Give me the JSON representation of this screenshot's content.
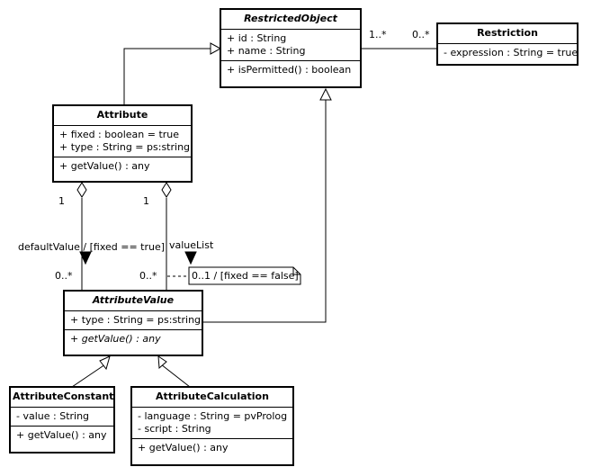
{
  "classes": {
    "restricted_object": {
      "name": "RestrictedObject",
      "attributes": [
        "+ id : String",
        "+ name : String"
      ],
      "operations": [
        "+ isPermitted() : boolean"
      ]
    },
    "restriction": {
      "name": "Restriction",
      "attributes": [
        "- expression : String = true"
      ]
    },
    "attribute": {
      "name": "Attribute",
      "attributes": [
        "+ fixed : boolean = true",
        "+ type : String = ps:string"
      ],
      "operations": [
        "+ getValue() : any"
      ]
    },
    "attribute_value": {
      "name": "AttributeValue",
      "attributes": [
        "+ type : String = ps:string"
      ],
      "operations": [
        "+ getValue() : any"
      ]
    },
    "attribute_constant": {
      "name": "AttributeConstant",
      "attributes": [
        "- value : String"
      ],
      "operations": [
        "+ getValue() : any"
      ]
    },
    "attribute_calculation": {
      "name": "AttributeCalculation",
      "attributes": [
        "- language : String = pvProlog",
        "- script : String"
      ],
      "operations": [
        "+ getValue() : any"
      ]
    }
  },
  "associations": {
    "restriction_mult_left": "1..*",
    "restriction_mult_right": "0..*",
    "default_value_mult_top": "1",
    "default_value_label": "defaultValue / [fixed == true]",
    "default_value_mult_bottom": "0..*",
    "value_list_mult_top": "1",
    "value_list_label": "valueList",
    "value_list_mult_bottom": "0..*"
  },
  "note": {
    "text": "0..1 / [fixed == false]"
  }
}
